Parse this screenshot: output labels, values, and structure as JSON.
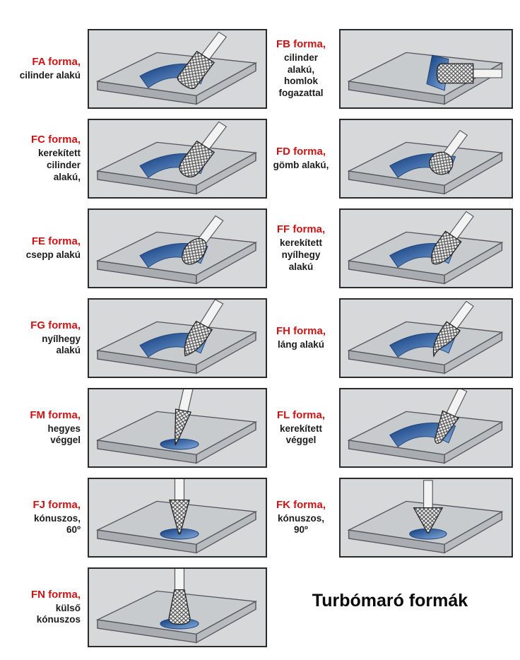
{
  "title": "Turbómaró formák",
  "colors": {
    "label_red": "#cc1414",
    "text_black": "#1c1c1c",
    "box_background": "#d6d8da",
    "cut_blue_dark": "#0d3a7c",
    "cut_blue_light": "#86aede"
  },
  "items": [
    {
      "id": "FA",
      "label": "FA forma,",
      "desc": "cilinder alakú",
      "shape": "cylinder",
      "tilt": 35
    },
    {
      "id": "FB",
      "label": "FB forma,",
      "desc": "cilinder\nalakú,\nhomlok\nfogazattal",
      "shape": "cylinder",
      "tilt": 90
    },
    {
      "id": "FC",
      "label": "FC forma,",
      "desc": "kerekített\ncilinder\nalakú,",
      "shape": "rounded_cylinder",
      "tilt": 35
    },
    {
      "id": "FD",
      "label": "FD forma,",
      "desc": "gömb alakú,",
      "shape": "ball",
      "tilt": 35
    },
    {
      "id": "FE",
      "label": "FE forma,",
      "desc": "csepp alakú",
      "shape": "oval",
      "tilt": 35
    },
    {
      "id": "FF",
      "label": "FF forma,",
      "desc": "kerekített\nnyílhegy\nalakú",
      "shape": "rounded_arrow",
      "tilt": 35
    },
    {
      "id": "FG",
      "label": "FG forma,",
      "desc": "nyílhegy\nalakú",
      "shape": "arrow",
      "tilt": 30
    },
    {
      "id": "FH",
      "label": "FH forma,",
      "desc": "láng alakú",
      "shape": "flame",
      "tilt": 35
    },
    {
      "id": "FM",
      "label": "FM forma,",
      "desc": "hegyes\nvéggel",
      "shape": "long_point",
      "tilt": 12
    },
    {
      "id": "FL",
      "label": "FL forma,",
      "desc": "kerekített\nvéggel",
      "shape": "rounded_end",
      "tilt": 25
    },
    {
      "id": "FJ",
      "label": "FJ forma,",
      "desc": "kónuszos,\n60º",
      "shape": "cone60",
      "tilt": 0
    },
    {
      "id": "FK",
      "label": "FK forma,",
      "desc": "kónuszos,\n90º",
      "shape": "cone90",
      "tilt": 0
    },
    {
      "id": "FN",
      "label": "FN forma,",
      "desc": "külső\nkónuszos",
      "shape": "inverted_cone",
      "tilt": 0
    }
  ]
}
